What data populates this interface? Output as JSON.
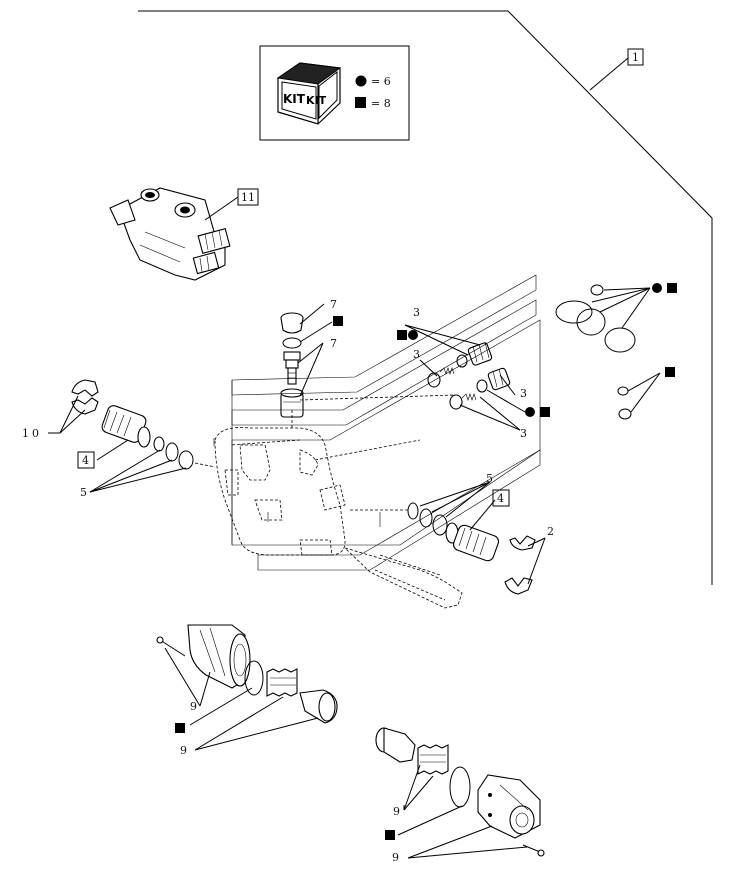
{
  "kit_legend": {
    "kit_text_1": "KIT",
    "kit_text_2": "KIT",
    "circle_legend": "= 6",
    "square_legend": "= 8"
  },
  "callouts": {
    "c1": "1",
    "c11": "11",
    "c7a": "7",
    "c7b": "7",
    "c3a": "3",
    "c3b": "3",
    "c3c": "3",
    "c3d": "3",
    "c10": "10",
    "c4a": "4",
    "c4b": "4",
    "c5a": "5",
    "c5b": "5",
    "c2": "2",
    "c9a": "9",
    "c9b": "9",
    "c9c": "9",
    "c9d": "9"
  }
}
